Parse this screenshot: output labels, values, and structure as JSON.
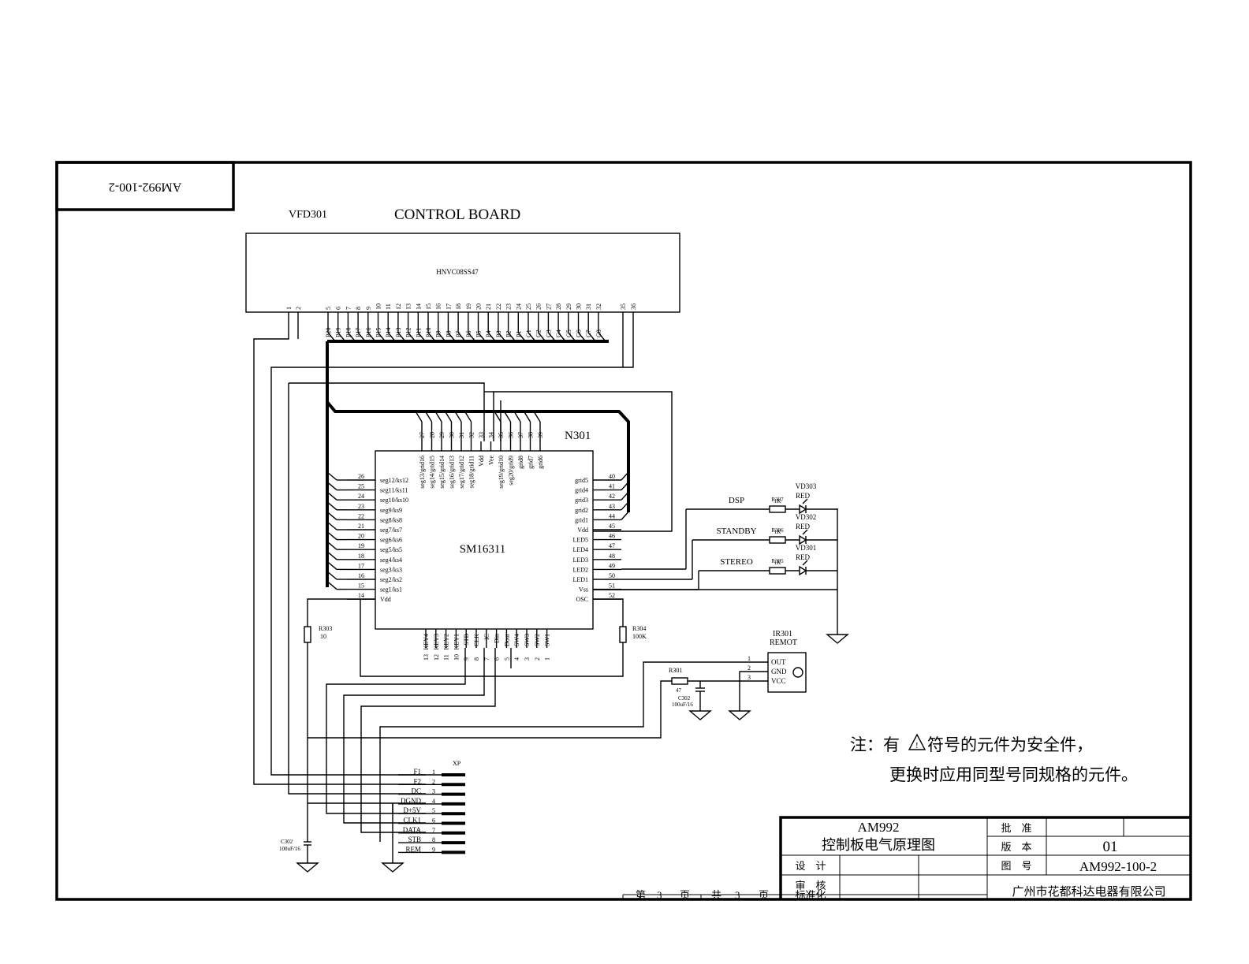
{
  "corner_code": "AM992-100-2",
  "vfd": {
    "ref": "VFD301",
    "board_title": "CONTROL BOARD",
    "model": "HNVC08SS47",
    "pin_numbers": [
      "1",
      "2",
      "5",
      "6",
      "7",
      "8",
      "9",
      "10",
      "11",
      "12",
      "13",
      "14",
      "15",
      "16",
      "17",
      "18",
      "19",
      "20",
      "21",
      "22",
      "23",
      "24",
      "25",
      "26",
      "27",
      "28",
      "29",
      "30",
      "31",
      "32",
      "35",
      "36"
    ],
    "pin_labels": [
      "P20",
      "P19",
      "P18",
      "P17",
      "P16",
      "P15",
      "P14",
      "P13",
      "P12",
      "P11",
      "P10",
      "P9",
      "P8",
      "P7",
      "P6",
      "P5",
      "P4",
      "P3",
      "P2",
      "P1",
      "G1",
      "G2",
      "G3",
      "G4",
      "G5",
      "G6",
      "G7",
      "G8"
    ]
  },
  "ic": {
    "ref": "N301",
    "name": "SM16311",
    "top_pins": [
      {
        "num": "27",
        "name": "seg13/grid16"
      },
      {
        "num": "28",
        "name": "seg14/grid15"
      },
      {
        "num": "29",
        "name": "seg15/grid14"
      },
      {
        "num": "30",
        "name": "seg16/grid13"
      },
      {
        "num": "31",
        "name": "seg17/grid12"
      },
      {
        "num": "32",
        "name": "seg18/grid11"
      },
      {
        "num": "33",
        "name": "Vdd"
      },
      {
        "num": "34",
        "name": "Vee"
      },
      {
        "num": "35",
        "name": "seg19/grid10"
      },
      {
        "num": "36",
        "name": "seg20/grid9"
      },
      {
        "num": "37",
        "name": "grid8"
      },
      {
        "num": "38",
        "name": "grid7"
      },
      {
        "num": "39",
        "name": "grid6"
      }
    ],
    "left_pins": [
      {
        "num": "26",
        "name": "seg12/ks12"
      },
      {
        "num": "25",
        "name": "seg11/ks11"
      },
      {
        "num": "24",
        "name": "seg10/ks10"
      },
      {
        "num": "23",
        "name": "seg9/ks9"
      },
      {
        "num": "22",
        "name": "seg8/ks8"
      },
      {
        "num": "21",
        "name": "seg7/ks7"
      },
      {
        "num": "20",
        "name": "seg6/ks6"
      },
      {
        "num": "19",
        "name": "seg5/ks5"
      },
      {
        "num": "18",
        "name": "seg4/ks4"
      },
      {
        "num": "17",
        "name": "seg3/ks3"
      },
      {
        "num": "16",
        "name": "seg2/ks2"
      },
      {
        "num": "15",
        "name": "seg1/ks1"
      },
      {
        "num": "14",
        "name": "Vdd"
      }
    ],
    "right_pins": [
      {
        "num": "40",
        "name": "grid5"
      },
      {
        "num": "41",
        "name": "grid4"
      },
      {
        "num": "42",
        "name": "grid3"
      },
      {
        "num": "43",
        "name": "grid2"
      },
      {
        "num": "44",
        "name": "grid1"
      },
      {
        "num": "45",
        "name": "Vdd"
      },
      {
        "num": "46",
        "name": "LED5"
      },
      {
        "num": "47",
        "name": "LED4"
      },
      {
        "num": "48",
        "name": "LED3"
      },
      {
        "num": "49",
        "name": "LED2"
      },
      {
        "num": "50",
        "name": "LED1"
      },
      {
        "num": "51",
        "name": "Vss"
      },
      {
        "num": "52",
        "name": "OSC"
      }
    ],
    "bottom_pins": [
      {
        "num": "13",
        "name": "KEY4"
      },
      {
        "num": "12",
        "name": "KEY3"
      },
      {
        "num": "11",
        "name": "KEY2"
      },
      {
        "num": "10",
        "name": "KEY1"
      },
      {
        "num": "9",
        "name": "STB"
      },
      {
        "num": "8",
        "name": "CLK"
      },
      {
        "num": "7",
        "name": "IC"
      },
      {
        "num": "6",
        "name": "Din"
      },
      {
        "num": "5",
        "name": "Dout"
      },
      {
        "num": "4",
        "name": "SW4"
      },
      {
        "num": "3",
        "name": "SW3"
      },
      {
        "num": "2",
        "name": "SW2"
      },
      {
        "num": "1",
        "name": "SW1"
      }
    ]
  },
  "leds": [
    {
      "signal": "DSP",
      "res_ref": "R307",
      "res_val": "1K",
      "led_ref": "VD303",
      "color": "RED"
    },
    {
      "signal": "STANDBY",
      "res_ref": "R306",
      "res_val": "1K",
      "led_ref": "VD302",
      "color": "RED"
    },
    {
      "signal": "STEREO",
      "res_ref": "R305",
      "res_val": "1K",
      "led_ref": "VD301",
      "color": "RED"
    }
  ],
  "parts": {
    "r303": {
      "ref": "R303",
      "val": "10"
    },
    "r304": {
      "ref": "R304",
      "val": "100K"
    },
    "r301": {
      "ref": "R301",
      "val": "47"
    },
    "c302_right": {
      "ref": "C302",
      "val": "100uF/16"
    },
    "c302_left": {
      "ref": "C302",
      "val": "100uF/16"
    }
  },
  "ir": {
    "ref": "IR301",
    "name": "REMOT",
    "pins": [
      {
        "num": "1",
        "name": "OUT"
      },
      {
        "num": "2",
        "name": "GND"
      },
      {
        "num": "3",
        "name": "VCC"
      }
    ]
  },
  "connector": {
    "ref": "XP",
    "pins": [
      {
        "num": "1",
        "name": "F1"
      },
      {
        "num": "2",
        "name": "F2"
      },
      {
        "num": "3",
        "name": "DC"
      },
      {
        "num": "4",
        "name": "DGND"
      },
      {
        "num": "5",
        "name": "D+5V"
      },
      {
        "num": "6",
        "name": "CLK1"
      },
      {
        "num": "7",
        "name": "DATA"
      },
      {
        "num": "8",
        "name": "STB"
      },
      {
        "num": "9",
        "name": "REM"
      }
    ]
  },
  "note": {
    "line1": "注：有",
    "line1_rest": "符号的元件为安全件，",
    "line2": "更换时应用同型号同规格的元件。"
  },
  "title_block": {
    "model": "AM992",
    "title": "控制板电气原理图",
    "approve": "批　准",
    "version_label": "版　本",
    "version": "01",
    "drawing_no_label": "图　号",
    "drawing_no": "AM992-100-2",
    "design": "设　计",
    "review": "审　核",
    "standard": "标准化",
    "company": "广州市花都科达电器有限公司",
    "page_prefix": "第",
    "page": "3",
    "page_unit": "页",
    "total_prefix": "共",
    "total": "3",
    "total_unit": "页"
  }
}
